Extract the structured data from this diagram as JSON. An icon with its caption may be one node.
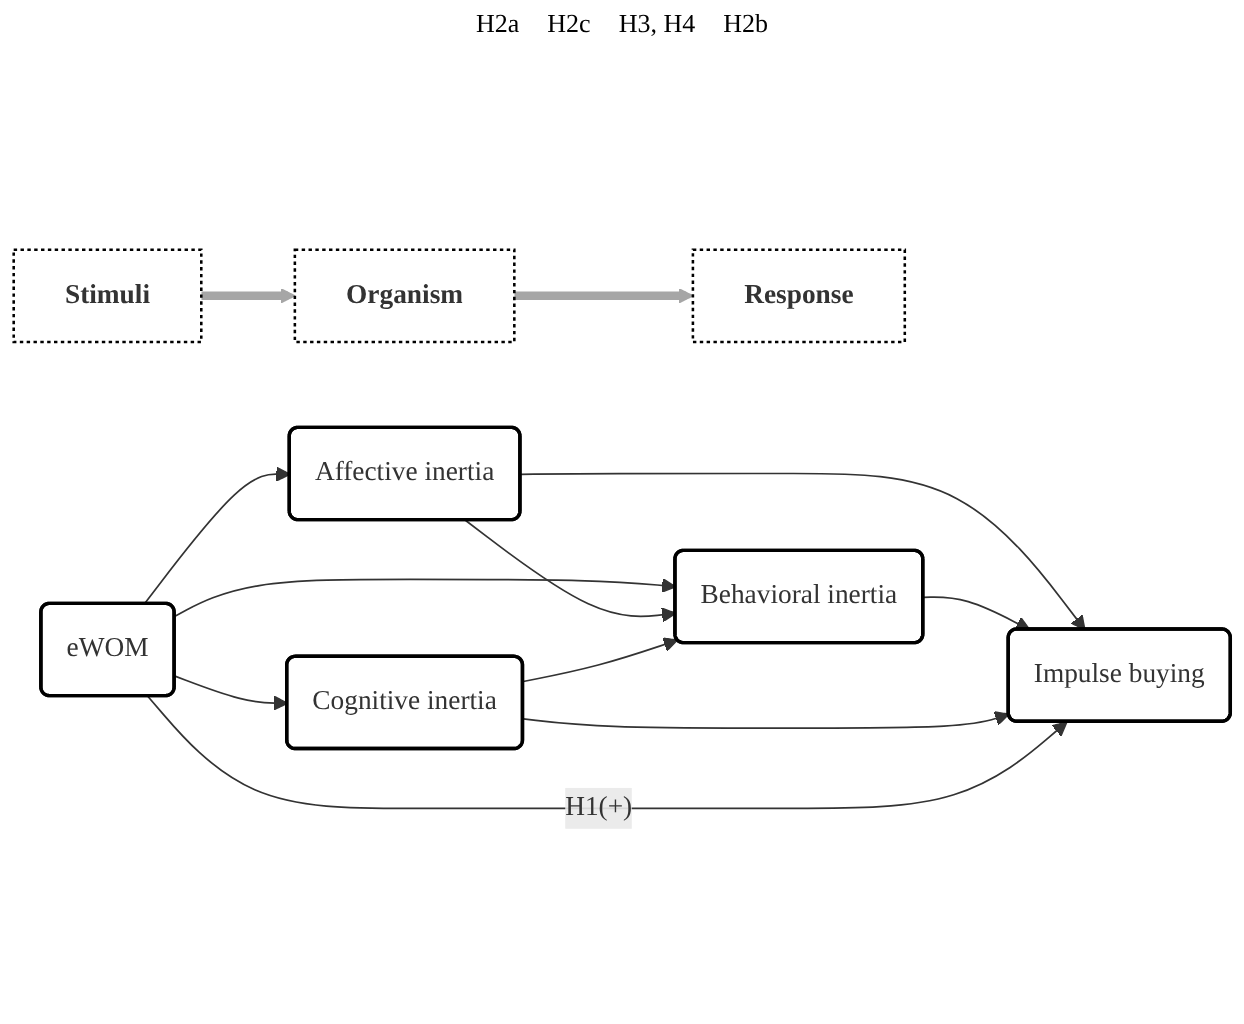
{
  "diagram": {
    "nodes": [
      {
        "text": [
          "Stimuli"
        ]
      },
      {
        "text": [
          "Organism"
        ]
      },
      {
        "text": [
          "Response"
        ]
      },
      {
        "text": [
          "eWOM"
        ]
      },
      {
        "text": [
          "Affective inertia"
        ]
      },
      {
        "text": [
          "Behavioral inertia"
        ]
      },
      {
        "text": [
          "Cognitive inertia"
        ]
      },
      {
        "text": [
          "Impulse buying"
        ]
      }
    ],
    "edges": [
      {
        "from": 0,
        "to": 1,
        "arrow": "to",
        "style": "thick",
        "color": "#a6a6a6"
      },
      {
        "from": 1,
        "to": 2,
        "arrow": "to",
        "style": "thick",
        "color": "#a6a6a6"
      },
      {
        "from": 3,
        "to": 4,
        "arrow": "to"
      },
      {
        "from": 3,
        "to": 5,
        "arrow": "to"
      },
      {
        "from": 3,
        "to": 6,
        "arrow": "to"
      },
      {
        "from": 4,
        "to": 5,
        "arrow": "to"
      },
      {
        "from": 6,
        "to": 5,
        "arrow": "to"
      },
      {
        "from": 4,
        "to": 7,
        "arrow": "to"
      },
      {
        "from": 5,
        "to": 7,
        "arrow": "to"
      },
      {
        "from": 6,
        "to": 7,
        "arrow": "to"
      },
      {
        "from": 3,
        "to": 7,
        "arrow": "to",
        "label": "H1(+)"
      }
    ],
    "labels": [
      "H2a",
      "H2c",
      "H3, H4",
      "H2b"
    ]
  }
}
